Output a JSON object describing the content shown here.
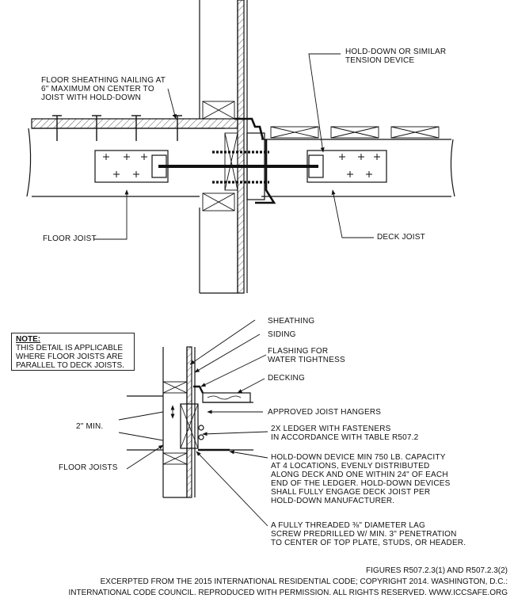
{
  "top_detail": {
    "sheathing_nailing_label": "FLOOR SHEATHING NAILING AT\n6\" MAXIMUM ON CENTER TO\nJOIST WITH HOLD-DOWN",
    "hold_down_label": "HOLD-DOWN OR SIMILAR\nTENSION DEVICE",
    "floor_joist_label": "FLOOR JOIST",
    "deck_joist_label": "DECK JOIST"
  },
  "note": {
    "title": "NOTE:",
    "body": "THIS DETAIL IS APPLICABLE\nWHERE FLOOR JOISTS ARE\nPARALLEL TO DECK JOISTS."
  },
  "bottom_detail": {
    "sheathing": "SHEATHING",
    "siding": "SIDING",
    "flashing": "FLASHING FOR\nWATER TIGHTNESS",
    "decking": "DECKING",
    "joist_hangers": "APPROVED JOIST HANGERS",
    "ledger": "2x LEDGER WITH FASTENERS\nIN ACCORDANCE WITH TABLE R507.2",
    "hold_down_device": "HOLD-DOWN DEVICE MIN 750 LB. CAPACITY\nAT 4 LOCATIONS, EVENLY DISTRIBUTED\nALONG DECK AND ONE WITHIN 24\" OF EACH\nEND OF THE LEDGER. HOLD-DOWN DEVICES\nSHALL FULLY ENGAGE DECK JOIST PER\nHOLD-DOWN MANUFACTURER.",
    "lag_screw": "A FULLY THREADED ⅜\" DIAMETER LAG\nSCREW PREDRILLED W/ MIN. 3\" PENETRATION\nTO CENTER OF TOP PLATE, STUDS, OR HEADER.",
    "min_dim": "2\" MIN.",
    "floor_joists": "FLOOR JOISTS"
  },
  "caption": {
    "figures": "FIGURES R507.2.3(1) AND R507.2.3(2)",
    "line1": "EXCERPTED FROM THE 2015 INTERNATIONAL RESIDENTIAL CODE; COPYRIGHT 2014. WASHINGTON, D.C.:",
    "line2": "INTERNATIONAL CODE COUNCIL. REPRODUCED WITH PERMISSION.  ALL RIGHTS RESERVED.  WWW.ICCSAFE.ORG"
  }
}
